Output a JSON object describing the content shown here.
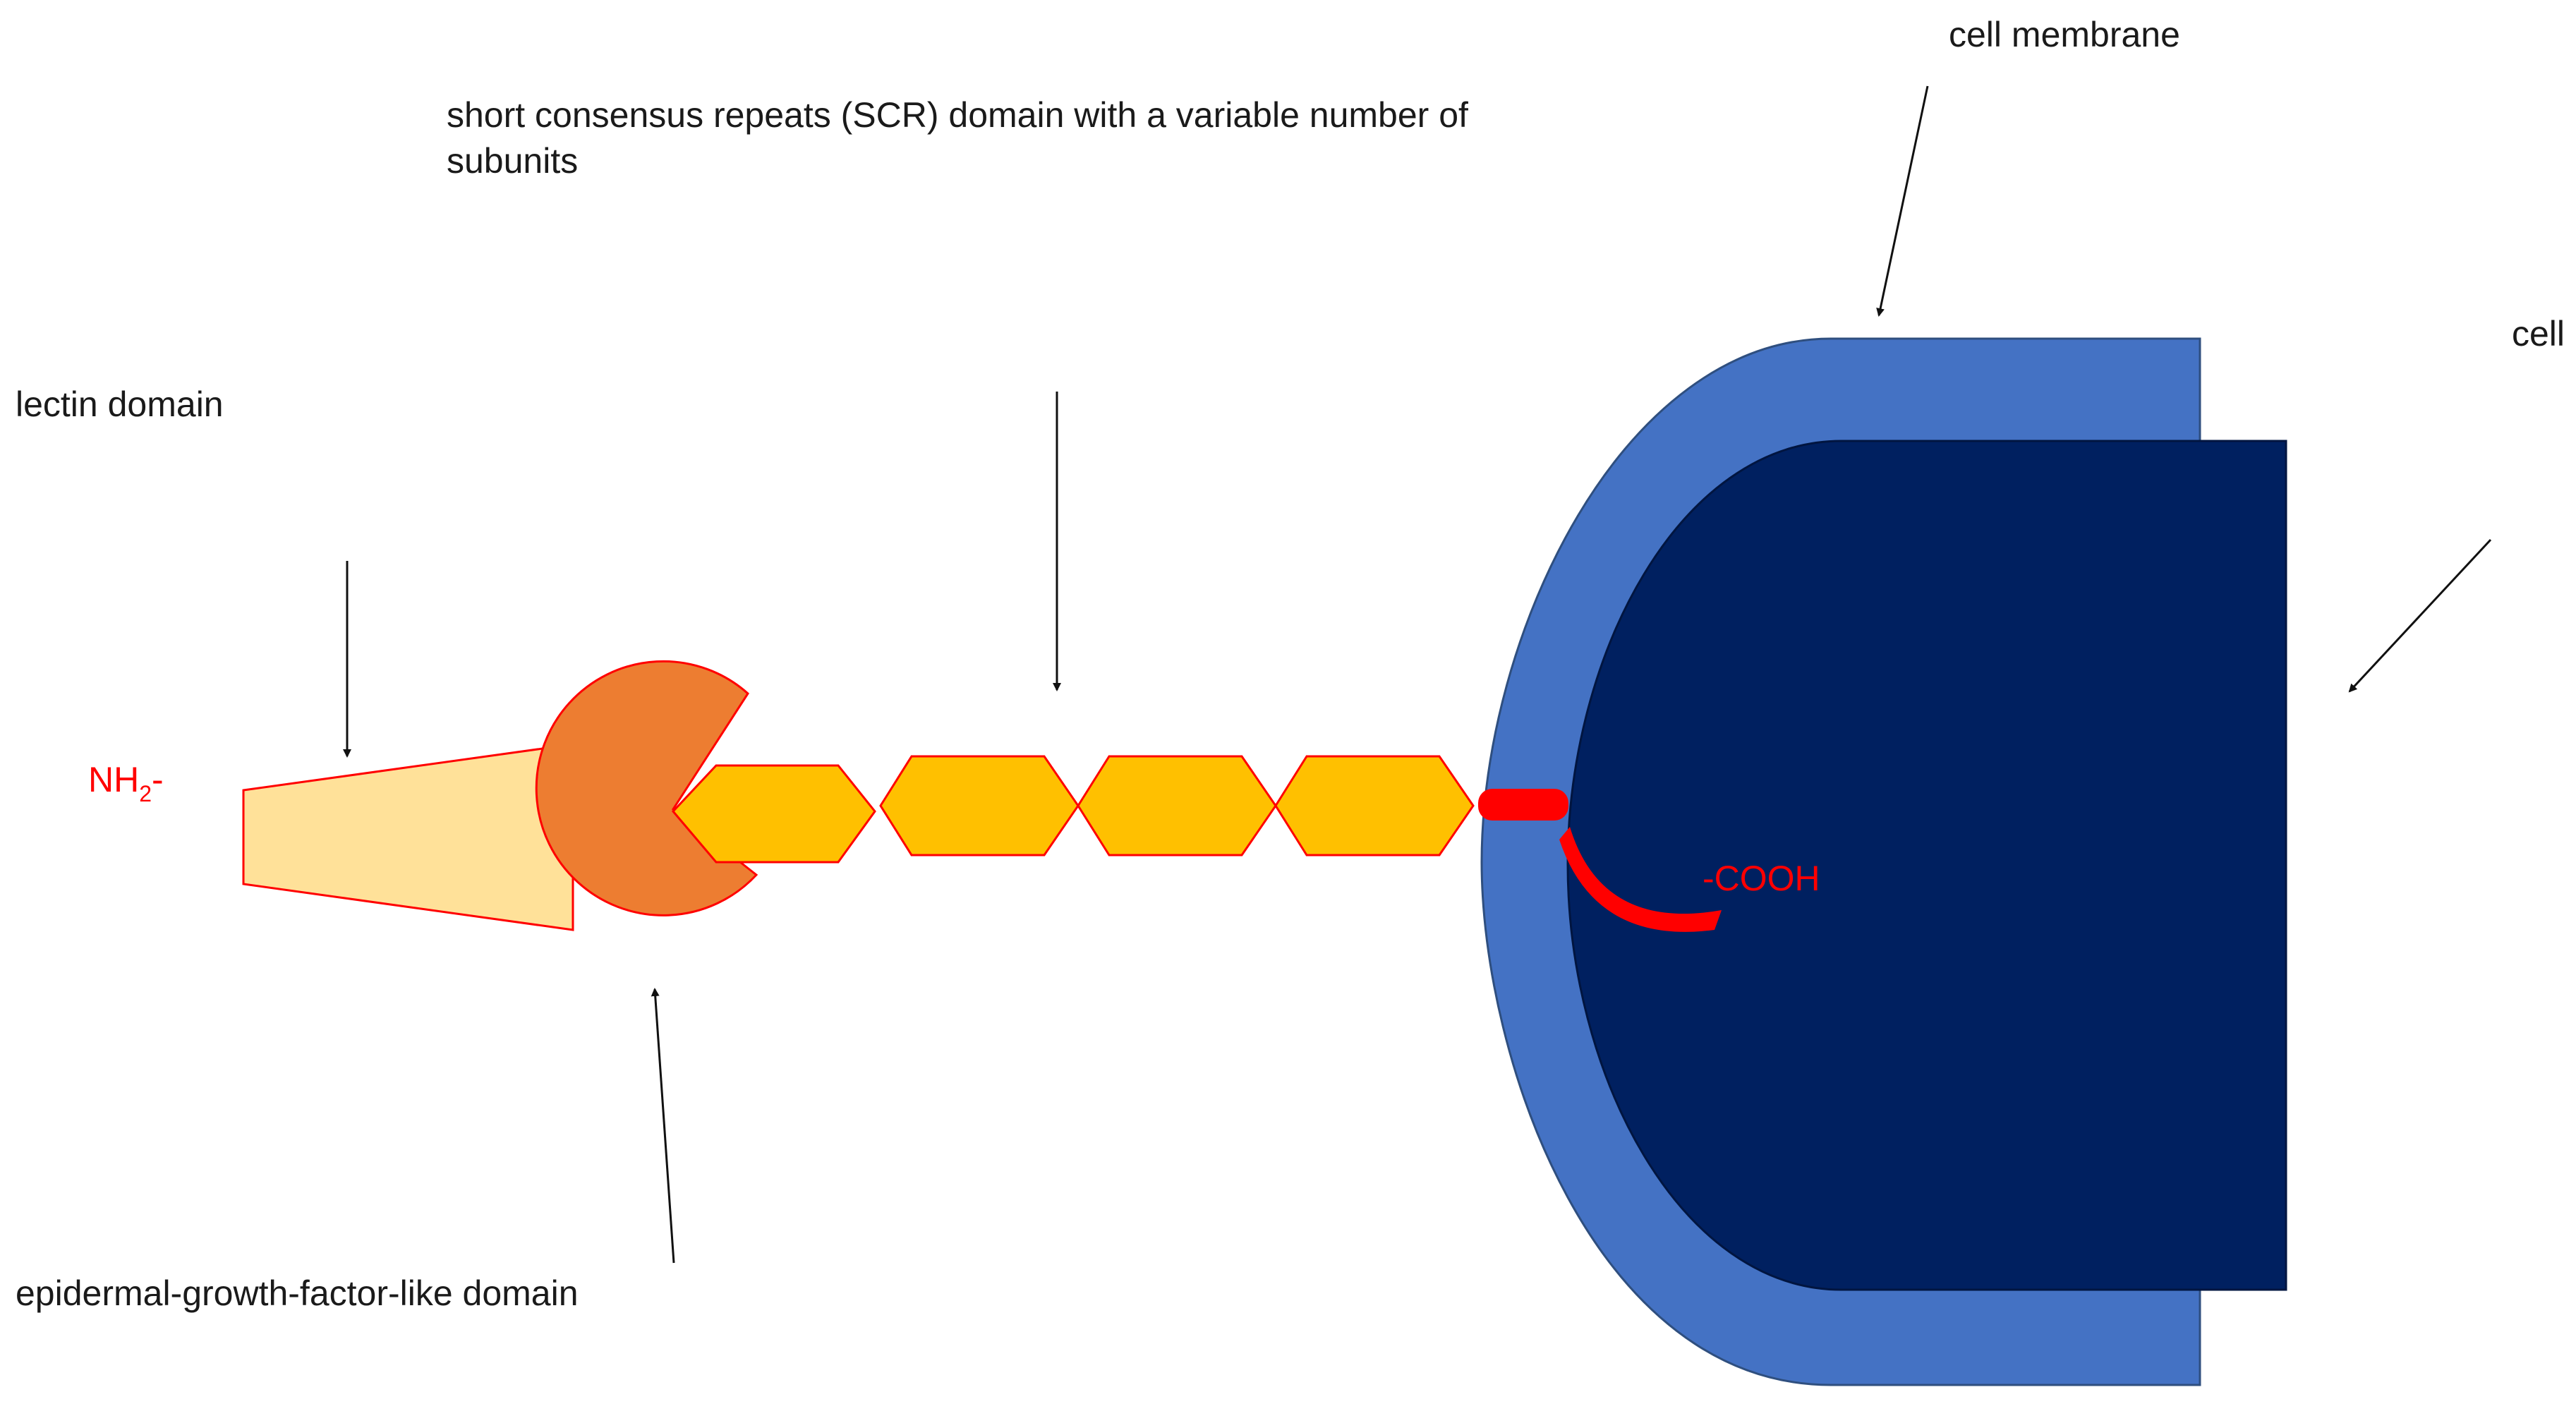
{
  "labels": {
    "cell_membrane": "cell membrane",
    "cell": "cell",
    "scr_line1": "short consensus repeats (SCR) domain with a variable number of",
    "scr_line2": "subunits",
    "lectin": "lectin domain",
    "egf": "epidermal-growth-factor-like domain",
    "nh2_main": "NH",
    "nh2_sub": "2",
    "nh2_dash": "-",
    "cooh": "-COOH"
  },
  "colors": {
    "membrane": "#4472C4",
    "membrane_stroke": "#2F4F7F",
    "cytoplasm": "#002060",
    "lectin_fill": "#FFE199",
    "egf_fill": "#ED7D31",
    "scr_fill": "#FFC000",
    "protein_outline": "#FF0000",
    "terminus_text": "#FF0000",
    "text": "#1a1a1a"
  }
}
